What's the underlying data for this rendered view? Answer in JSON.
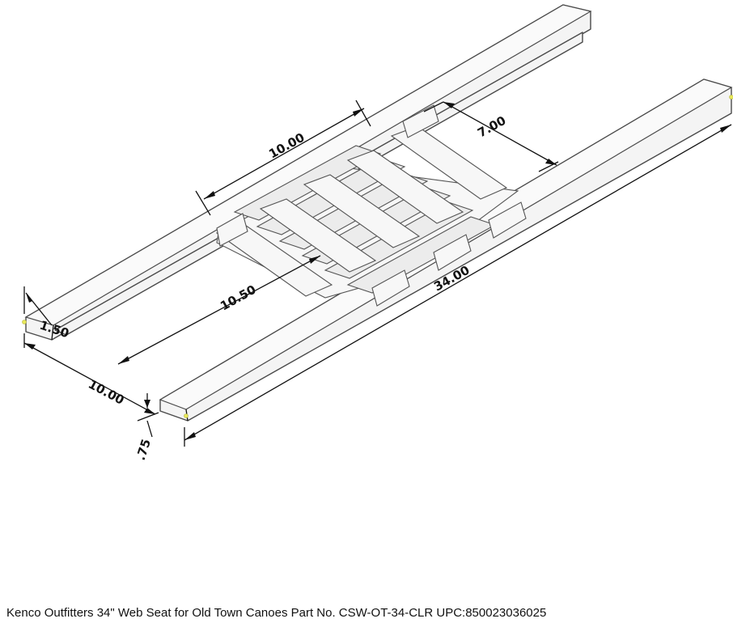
{
  "caption": {
    "text": "Kenco Outfitters 34\" Web Seat for Old Town Canoes   Part No. CSW-OT-34-CLR  UPC:850023036025"
  },
  "dimensions": {
    "web_length": "10.00",
    "web_width": "7.00",
    "rail_spacing_inner": "10.50",
    "rail_length": "34.00",
    "rail_width": "1.50",
    "seat_width": "10.00",
    "rail_thickness": ".75"
  }
}
